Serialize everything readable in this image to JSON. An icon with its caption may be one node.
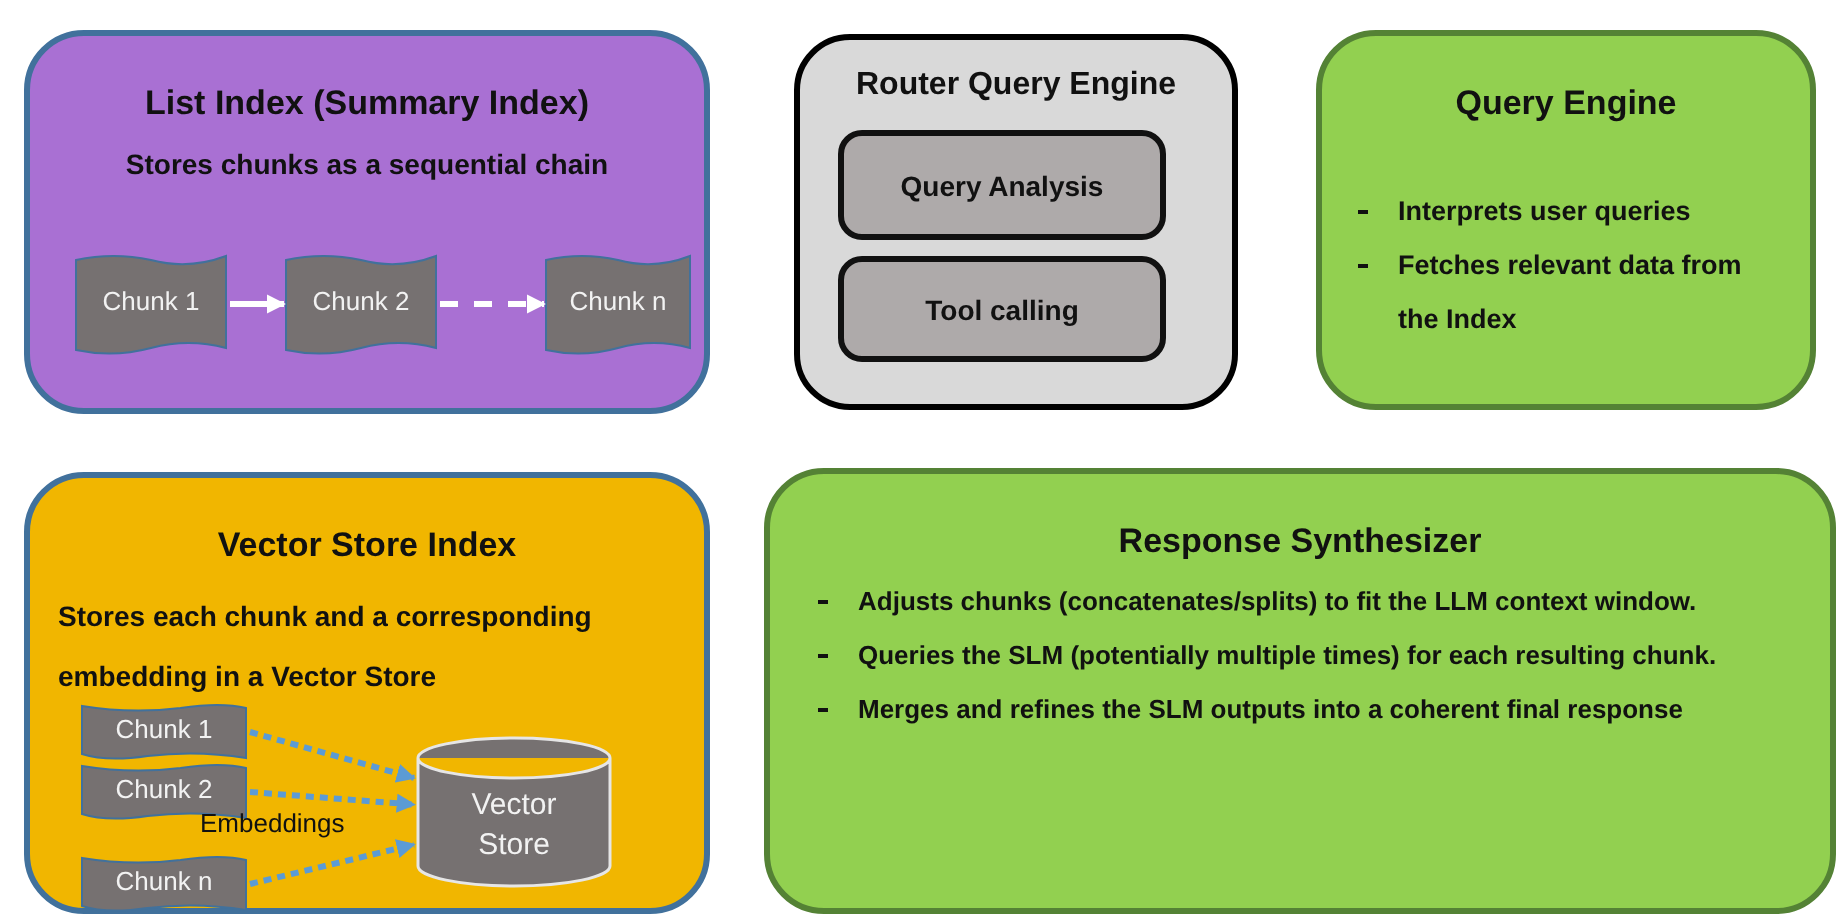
{
  "diagram": {
    "nodes": [
      {
        "text": [
          "List Index (Summary Index)",
          "Stores chunks as a sequential chain"
        ]
      },
      {
        "text": [
          "Chunk 1"
        ],
        "in": 0
      },
      {
        "text": [
          "Chunk 2"
        ],
        "in": 0
      },
      {
        "text": [
          "Chunk n"
        ],
        "in": 0
      },
      {
        "text": [
          "Router Query Engine"
        ]
      },
      {
        "text": [
          "Query Analysis"
        ],
        "in": 4
      },
      {
        "text": [
          "Tool calling"
        ],
        "in": 4
      },
      {
        "text": [
          "Query Engine",
          "Interprets user queries",
          "Fetches relevant data from the Index"
        ]
      },
      {
        "text": [
          "Vector Store Index",
          "Stores each chunk and a corresponding embedding in a Vector Store"
        ]
      },
      {
        "text": [
          "Chunk 1"
        ],
        "in": 8
      },
      {
        "text": [
          "Chunk 2"
        ],
        "in": 8
      },
      {
        "text": [
          "Chunk n"
        ],
        "in": 8
      },
      {
        "text": [
          "Vector Store"
        ],
        "in": 8
      },
      {
        "text": [
          "Response Synthesizer",
          "Adjusts chunks (concatenates/splits) to fit the LLM context window.",
          "Queries the SLM (potentially multiple times) for each resulting chunk.",
          "Merges and refines the SLM outputs into a coherent final response"
        ]
      }
    ],
    "edges": [
      {
        "from": 1,
        "to": 2,
        "arrow": "to",
        "color": "#ffffff"
      },
      {
        "from": 2,
        "to": 3,
        "arrow": "to",
        "style": "dashed",
        "color": "#ffffff"
      },
      {
        "from": 9,
        "to": 12,
        "arrow": "to",
        "style": "dashed",
        "color": "#5b9bd5"
      },
      {
        "from": 10,
        "to": 12,
        "arrow": "to",
        "style": "dashed",
        "color": "#5b9bd5"
      },
      {
        "from": 11,
        "to": 12,
        "arrow": "to",
        "style": "dashed",
        "color": "#5b9bd5"
      }
    ],
    "labels": [
      "Embeddings"
    ]
  }
}
